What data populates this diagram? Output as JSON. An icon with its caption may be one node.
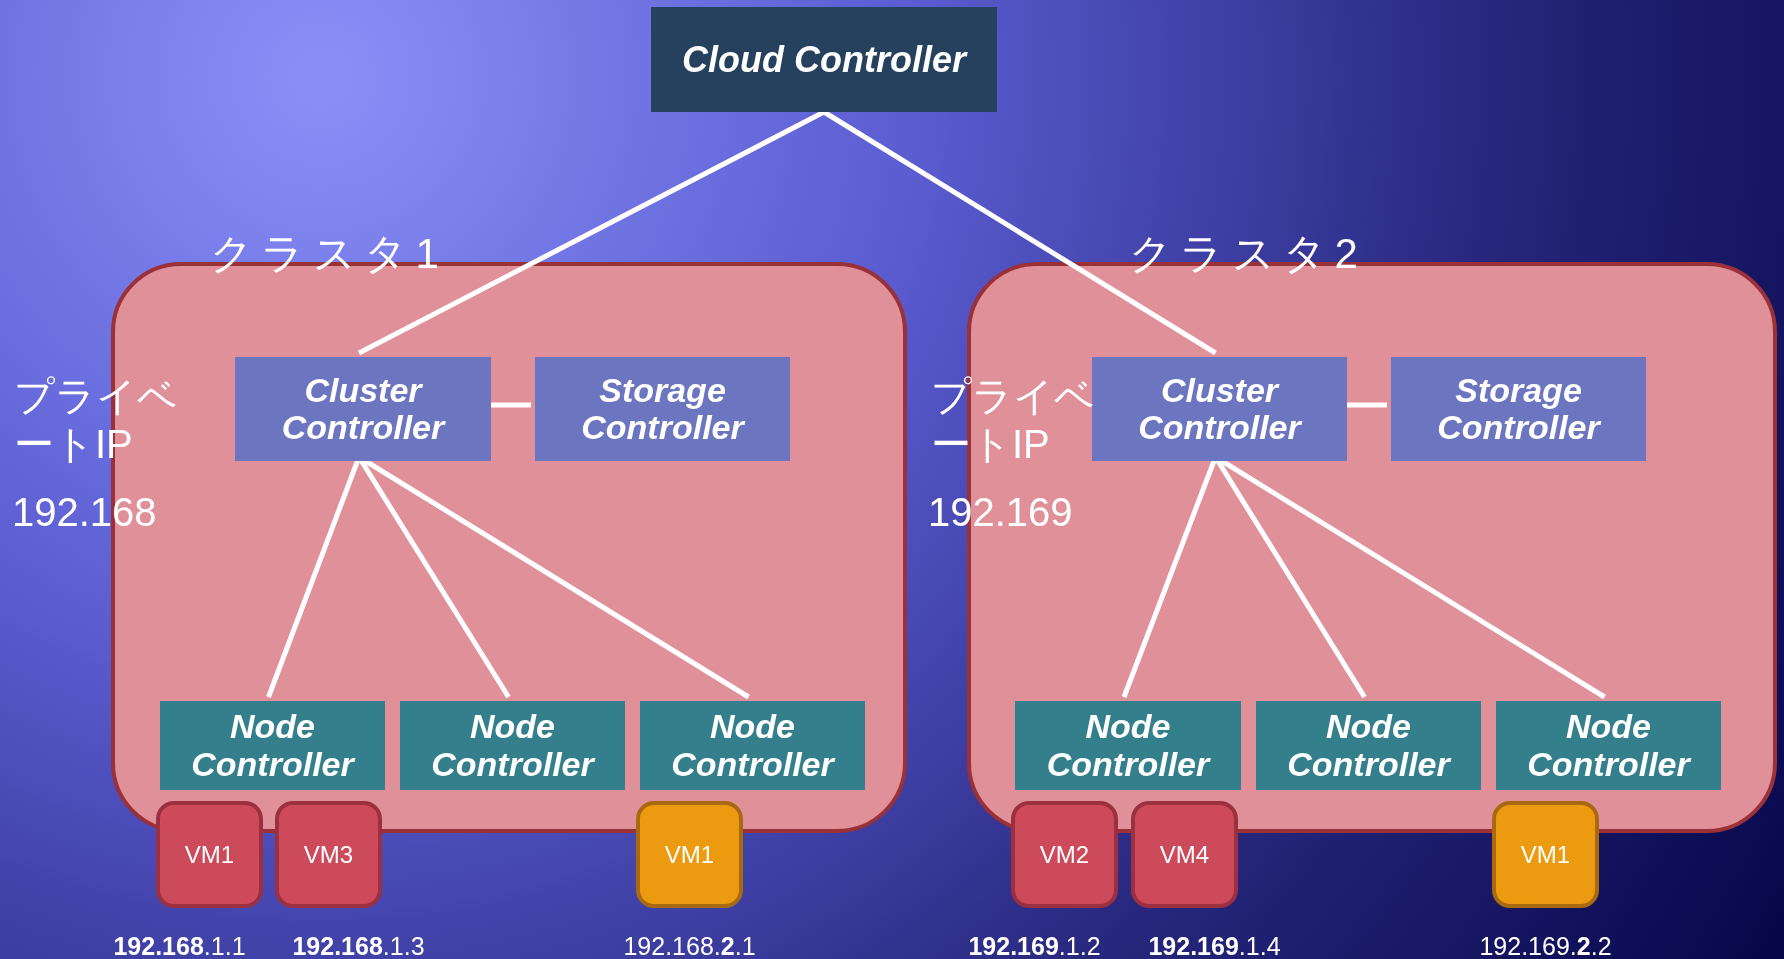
{
  "diagram": {
    "nodes": [
      {
        "text": [
          "Cloud Controller"
        ]
      },
      {
        "text": [
          "クラスタ1"
        ]
      },
      {
        "text": [
          "Cluster Controller"
        ],
        "in": 1
      },
      {
        "text": [
          "Storage Controller"
        ],
        "in": 1
      },
      {
        "text": [
          "Node Controller"
        ],
        "in": 1
      },
      {
        "text": [
          "Node Controller"
        ],
        "in": 1
      },
      {
        "text": [
          "Node Controller"
        ],
        "in": 1
      },
      {
        "text": [
          "クラスタ2"
        ]
      },
      {
        "text": [
          "Cluster Controller"
        ],
        "in": 7
      },
      {
        "text": [
          "Storage Controller"
        ],
        "in": 7
      },
      {
        "text": [
          "Node Controller"
        ],
        "in": 7
      },
      {
        "text": [
          "Node Controller"
        ],
        "in": 7
      },
      {
        "text": [
          "Node Controller"
        ],
        "in": 7
      },
      {
        "text": [
          "VM1"
        ],
        "beside": [
          "**192.168**.1.1"
        ]
      },
      {
        "text": [
          "VM3"
        ],
        "beside": [
          "**192.168**.1.3"
        ]
      },
      {
        "text": [
          "VM1"
        ],
        "beside": [
          "192.168.**2**.1"
        ]
      },
      {
        "text": [
          "VM2"
        ],
        "beside": [
          "**192.169**.1.2"
        ]
      },
      {
        "text": [
          "VM4"
        ],
        "beside": [
          "**192.169**.1.4"
        ]
      },
      {
        "text": [
          "VM1"
        ],
        "beside": [
          "192.169.**2**.2"
        ]
      }
    ],
    "edges": [
      {
        "from": 0,
        "to": 2,
        "arrow": "none"
      },
      {
        "from": 0,
        "to": 8,
        "arrow": "none"
      },
      {
        "from": 2,
        "to": 3,
        "arrow": "none"
      },
      {
        "from": 2,
        "to": 4,
        "arrow": "none"
      },
      {
        "from": 2,
        "to": 5,
        "arrow": "none"
      },
      {
        "from": 2,
        "to": 6,
        "arrow": "none"
      },
      {
        "from": 8,
        "to": 9,
        "arrow": "none"
      },
      {
        "from": 8,
        "to": 10,
        "arrow": "none"
      },
      {
        "from": 8,
        "to": 11,
        "arrow": "none"
      },
      {
        "from": 8,
        "to": 12,
        "arrow": "none"
      }
    ],
    "labels": [
      "プライベートIP",
      "192.168",
      "プライベートIP",
      "192.169"
    ]
  }
}
